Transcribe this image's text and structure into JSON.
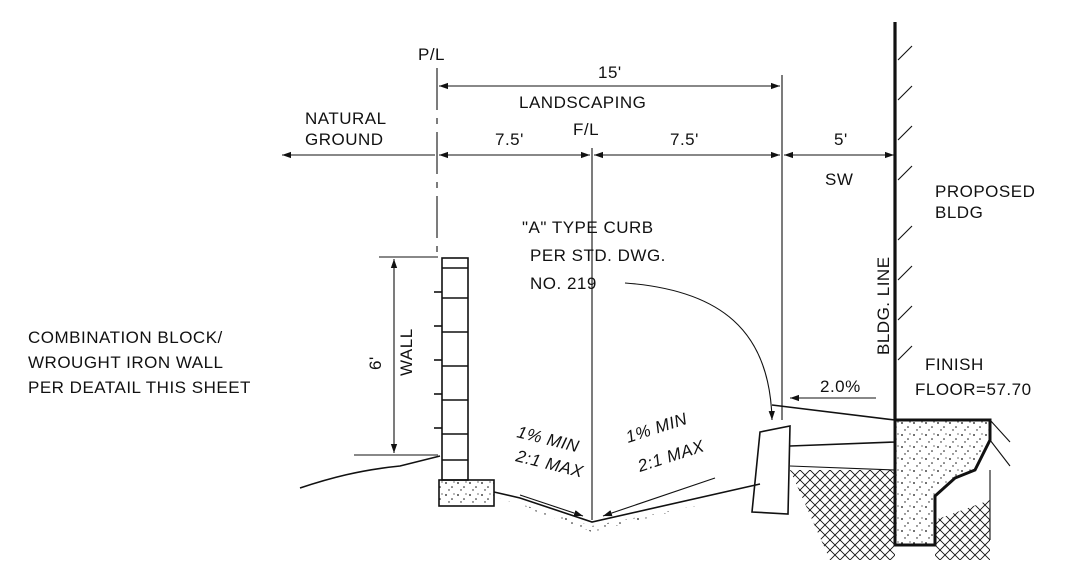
{
  "labels": {
    "property_line": "P/L",
    "flow_line": "F/L",
    "width_15": "15'",
    "landscaping": "LANDSCAPING",
    "natural_ground_1": "NATURAL",
    "natural_ground_2": "GROUND",
    "left_half": "7.5'",
    "right_half": "7.5'",
    "sidewalk_width": "5'",
    "sidewalk": "SW",
    "proposed_bldg_1": "PROPOSED",
    "proposed_bldg_2": "BLDG",
    "curb_note_1": "\"A\" TYPE CURB",
    "curb_note_2": "PER STD. DWG.",
    "curb_note_3": "NO. 219",
    "bldg_line": "BLDG. LINE",
    "wall_note_1": "COMBINATION BLOCK/",
    "wall_note_2": "WROUGHT IRON WALL",
    "wall_note_3": "PER DEATAIL THIS SHEET",
    "wall_height": "6'",
    "wall_label": "WALL",
    "finish_floor_1": "FINISH",
    "finish_floor_2": "FLOOR=57.70",
    "sidewalk_slope": "2.0%",
    "slope_left_1": "1% MIN",
    "slope_left_2": "2:1 MAX",
    "slope_right_1": "1% MIN",
    "slope_right_2": "2:1 MAX"
  }
}
